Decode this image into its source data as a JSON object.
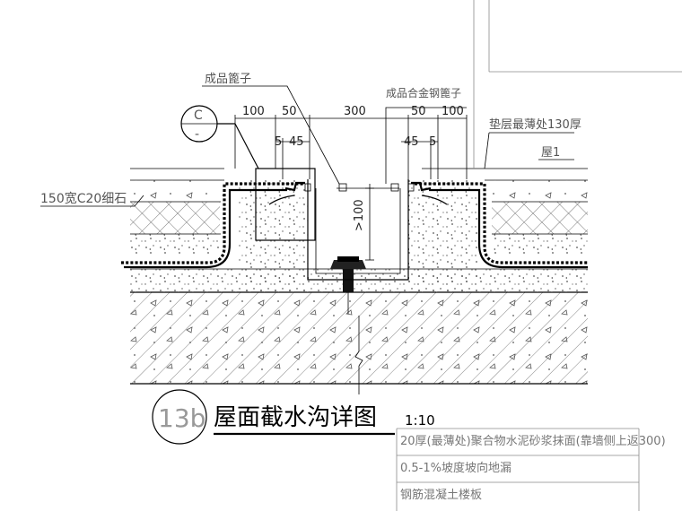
{
  "labels": {
    "grate": "成品篦子",
    "alloy_grate": "成品合金钢篦子",
    "cushion_thinnest": "垫层最薄处130厚",
    "roof": "屋1",
    "fine_stone": "150宽C20细石",
    "depth": ">100",
    "section_top": "C",
    "section_bottom": "-"
  },
  "dimensions": {
    "top_left_a": "100",
    "top_left_b": "50",
    "top_mid": "300",
    "top_right_a": "50",
    "top_right_b": "100",
    "sub_left_a": "5",
    "sub_left_b": "45",
    "sub_right_a": "45",
    "sub_right_b": "5"
  },
  "title": {
    "number": "13b",
    "text": "屋面截水沟详图",
    "scale": "1:10"
  },
  "notes": [
    "20厚(最薄处)聚合物水泥砂浆抹面(靠墙侧上返300)",
    "0.5-1%坡度坡向地漏",
    "钢筋混凝土楼板"
  ]
}
